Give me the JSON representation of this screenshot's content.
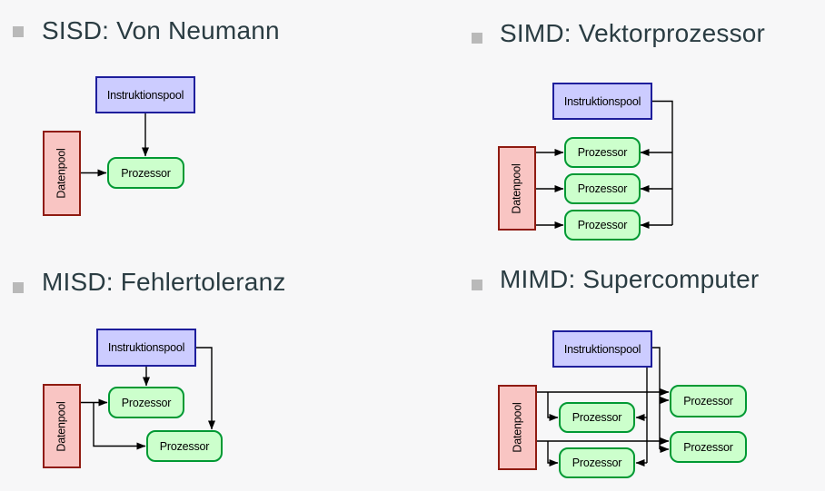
{
  "slide": {
    "kind": "Flynn taxonomy overview slide",
    "quadrant_count": 4
  },
  "labels": {
    "instruction_pool": "Instruktionspool",
    "data_pool": "Datenpool",
    "processor": "Prozessor"
  },
  "quadrants": [
    {
      "id": "sisd",
      "title": "SISD: Von Neumann",
      "model": "SISD",
      "processor_boxes": 1
    },
    {
      "id": "simd",
      "title": "SIMD: Vektorprozessor",
      "model": "SIMD",
      "processor_boxes": 3
    },
    {
      "id": "misd",
      "title": "MISD: Fehlertoleranz",
      "model": "MISD",
      "processor_boxes": 2
    },
    {
      "id": "mimd",
      "title": "MIMD: Supercomputer",
      "model": "MIMD",
      "processor_boxes": 4
    }
  ],
  "colors": {
    "bg": "#f7f7f8",
    "title": "#2a3c42",
    "bullet": "#b9b9b9",
    "line": "#000000",
    "instruction_fill": "#ccccff",
    "instruction_border": "#1e1e9c",
    "processor_fill": "#ccffcc",
    "processor_border": "#009933",
    "data_fill": "#f9c5c3",
    "data_border": "#8f1b11"
  }
}
